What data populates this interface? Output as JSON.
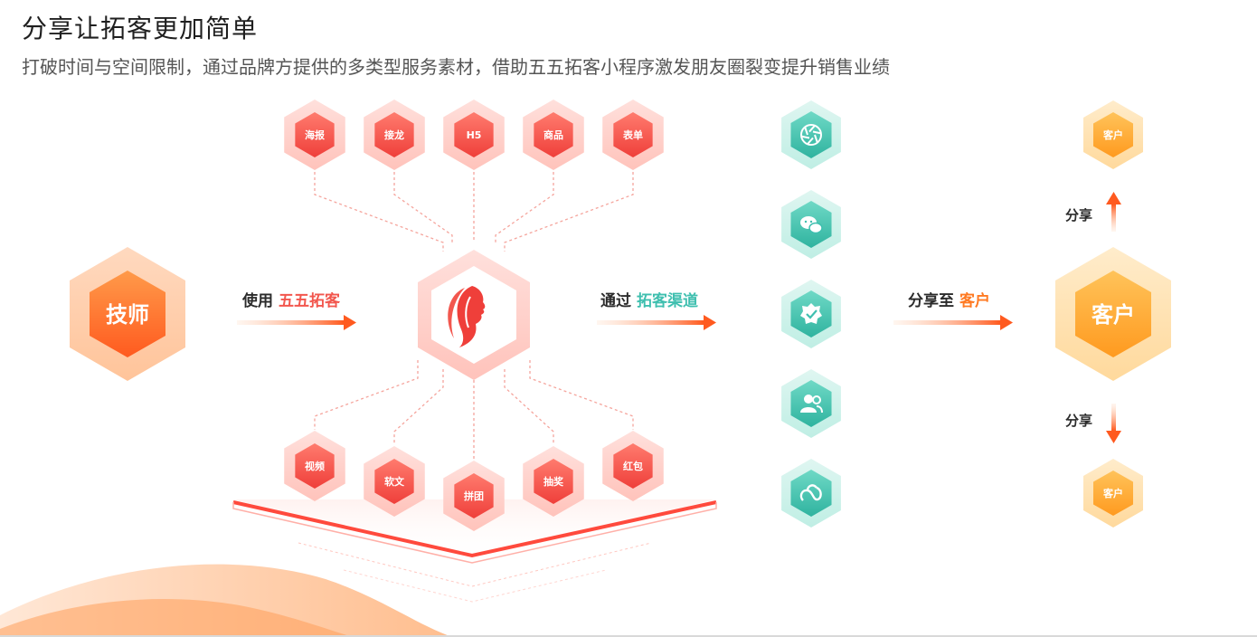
{
  "header": {
    "title": "分享让拓客更加简单",
    "subtitle": "打破时间与空间限制，通过品牌方提供的多类型服务素材，借助五五拓客小程序激发朋友圈裂变提升销售业绩"
  },
  "colors": {
    "red": "#f2574e",
    "orange": "#ff7a22",
    "teal": "#3fbfaf",
    "gold": "#ffb347"
  },
  "diagram": {
    "technician": {
      "label": "技师"
    },
    "step1": {
      "prefix": "使用",
      "highlight": "五五拓客"
    },
    "top_materials": [
      "海报",
      "接龙",
      "H5",
      "商品",
      "表单"
    ],
    "bottom_materials": [
      "视频",
      "软文",
      "拼团",
      "抽奖",
      "红包"
    ],
    "center": {
      "icon": "woman-profile-logo-icon"
    },
    "step2": {
      "prefix": "通过",
      "highlight": "拓客渠道"
    },
    "channels": [
      {
        "icon": "aperture-icon"
      },
      {
        "icon": "wechat-icon"
      },
      {
        "icon": "verified-badge-icon"
      },
      {
        "icon": "contacts-icon"
      },
      {
        "icon": "mini-program-icon"
      }
    ],
    "step3": {
      "prefix": "分享至",
      "highlight": "客户"
    },
    "customer_main": {
      "label": "客户"
    },
    "share_up_label": "分享",
    "share_down_label": "分享",
    "customer_top": {
      "label": "客户"
    },
    "customer_bottom": {
      "label": "客户"
    }
  }
}
